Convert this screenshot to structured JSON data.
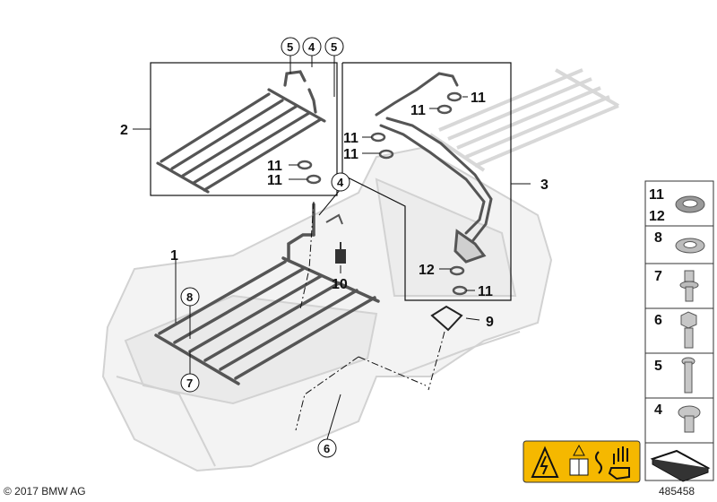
{
  "diagram": {
    "callouts": {
      "c1": "1",
      "c2": "2",
      "c3": "3",
      "c4a": "4",
      "c4b": "4",
      "c5a": "5",
      "c5b": "5",
      "c6": "6",
      "c7": "7",
      "c8": "8",
      "c9": "9",
      "c10": "10",
      "c11a": "11",
      "c11b": "11",
      "c11c": "11",
      "c11d": "11",
      "c11e": "11",
      "c11f": "11",
      "c11g": "11",
      "c12": "12"
    },
    "legend": [
      {
        "labels": [
          "11",
          "12"
        ],
        "icon": "washer-icon"
      },
      {
        "labels": [
          "8"
        ],
        "icon": "flat-washer-icon"
      },
      {
        "labels": [
          "7"
        ],
        "icon": "stud-bolt-icon"
      },
      {
        "labels": [
          "6"
        ],
        "icon": "hex-bolt-icon"
      },
      {
        "labels": [
          "5"
        ],
        "icon": "long-screw-icon"
      },
      {
        "labels": [
          "4"
        ],
        "icon": "torx-screw-icon"
      }
    ],
    "warning_icons": [
      "high-voltage-warning-icon",
      "caution-manual-icon",
      "no-touch-glove-icon"
    ],
    "colors": {
      "part_dark": "#555555",
      "ghost": "#d6d6d6",
      "ghost_fill": "#f2f2f2",
      "warning": "#f5b800"
    }
  },
  "footer": {
    "copyright": "© 2017 BMW AG",
    "doc_id": "485458"
  }
}
